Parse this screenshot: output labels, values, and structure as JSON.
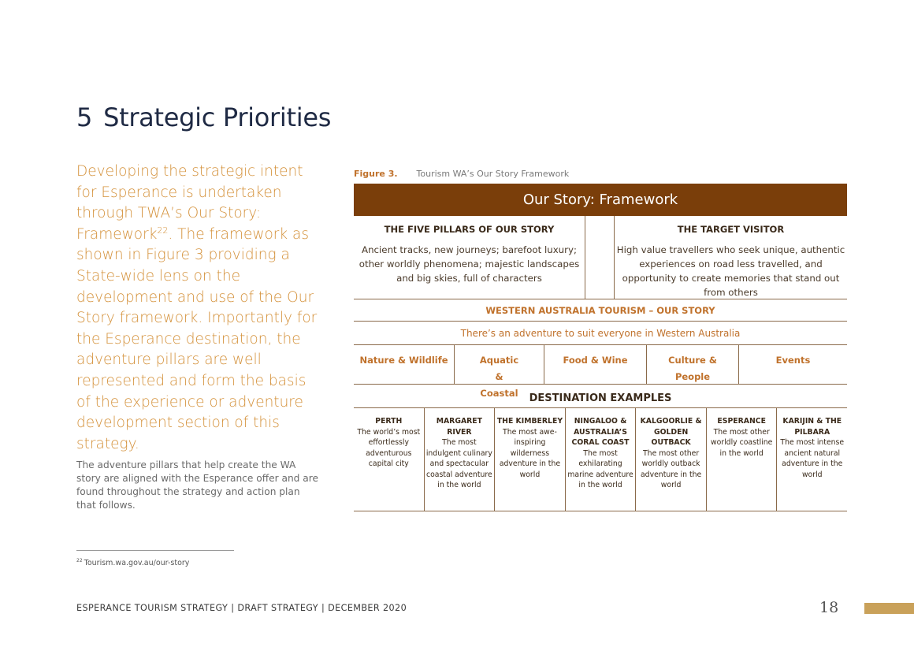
{
  "heading": {
    "number": "5",
    "title": "Strategic Priorities"
  },
  "lead": {
    "text_before": "Developing the strategic intent for Esperance is undertaken through TWA’s Our Story: Framework",
    "footnote_ref": "22",
    "text_after": ". The framework as shown in Figure 3 providing a State-wide lens on the development and use of the Our Story framework. Importantly for the Esperance destination, the adventure pillars are well represented and form the basis of the experience or adventure development section of this strategy."
  },
  "body_text": "The adventure pillars that help create the WA story are aligned with the Esperance offer and are found throughout the strategy and action plan that follows.",
  "figure": {
    "label": "Figure 3.",
    "caption": "Tourism WA’s Our Story Framework",
    "title": "Our Story: Framework",
    "pillars_heading": "THE FIVE PILLARS OF OUR STORY",
    "pillars_text": "Ancient tracks, new journeys; barefoot luxury; other worldly phenomena; majestic landscapes and big skies, full of characters",
    "visitor_heading": "THE TARGET VISITOR",
    "visitor_text": "High value travellers who seek unique, authentic experiences on road less travelled, and opportunity to create memories that stand out from others",
    "wa_title": "WESTERN AUSTRALIA TOURISM – OUR STORY",
    "wa_subtitle": "There’s an adventure to suit everyone in Western Australia",
    "adventure_pillars": [
      "Nature & Wildlife",
      "Aquatic & Coastal",
      "Food & Wine",
      "Culture & People",
      "Events"
    ],
    "destinations_title": "DESTINATION EXAMPLES",
    "destinations": [
      {
        "name": "PERTH",
        "desc": "The world’s most effortlessly adventurous capital city"
      },
      {
        "name": "MARGARET RIVER",
        "desc": "The most indulgent culinary and spectacular coastal adventure in the world"
      },
      {
        "name": "THE KIMBERLEY",
        "desc": "The most awe-inspiring wilderness adventure in the world"
      },
      {
        "name": "NINGALOO & AUSTRALIA’S CORAL COAST",
        "desc": "The most exhilarating marine adventure in the world"
      },
      {
        "name": "KALGOORLIE & GOLDEN OUTBACK",
        "desc": "The most other worldly outback adventure in the world"
      },
      {
        "name": "ESPERANCE",
        "desc": "The most other worldly coastline in the world"
      },
      {
        "name": "KARIJIN & THE PILBARA",
        "desc": "The most intense ancient natural adventure in the world"
      }
    ]
  },
  "footnote": {
    "number": "22",
    "text": "Tourism.wa.gov.au/our-story"
  },
  "footer": {
    "text": "ESPERANCE TOURISM STRATEGY | DRAFT STRATEGY | DECEMBER 2020",
    "page_number": "18"
  },
  "colors": {
    "accent": "#d4913a",
    "banner": "#7a3e0a",
    "page_bar": "#c9a15a",
    "heading": "#1f2a44"
  }
}
